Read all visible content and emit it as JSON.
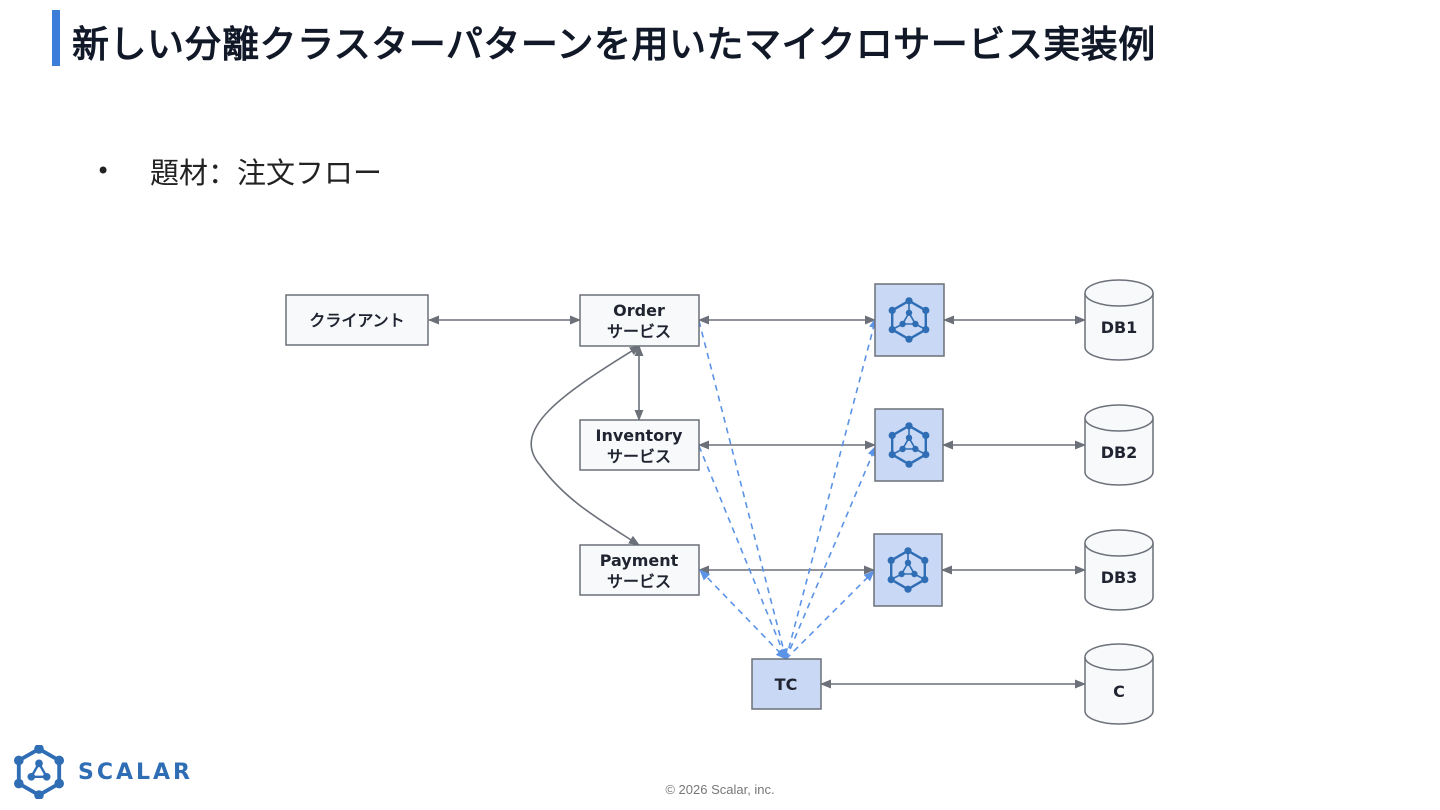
{
  "slide": {
    "title": "新しい分離クラスターパターンを用いたマイクロサービス実装例",
    "bullet": "題材：注文フロー",
    "copyright": "© 2026 Scalar, inc.",
    "brand": "SCALAR"
  },
  "colors": {
    "accent": "#3b7dd8",
    "node_fill": "#c8d8f5",
    "box_fill": "#f8f9fb",
    "line": "#6b7079",
    "dashed": "#5b93e6"
  },
  "diagram": {
    "client": "クライアント",
    "order": [
      "Order",
      "サービス"
    ],
    "inventory": [
      "Inventory",
      "サービス"
    ],
    "payment": [
      "Payment",
      "サービス"
    ],
    "tc": "TC",
    "db1": "DB1",
    "db2": "DB2",
    "db3": "DB3",
    "c": "C",
    "scalar_node_icon": "scalardb-cluster-icon"
  }
}
